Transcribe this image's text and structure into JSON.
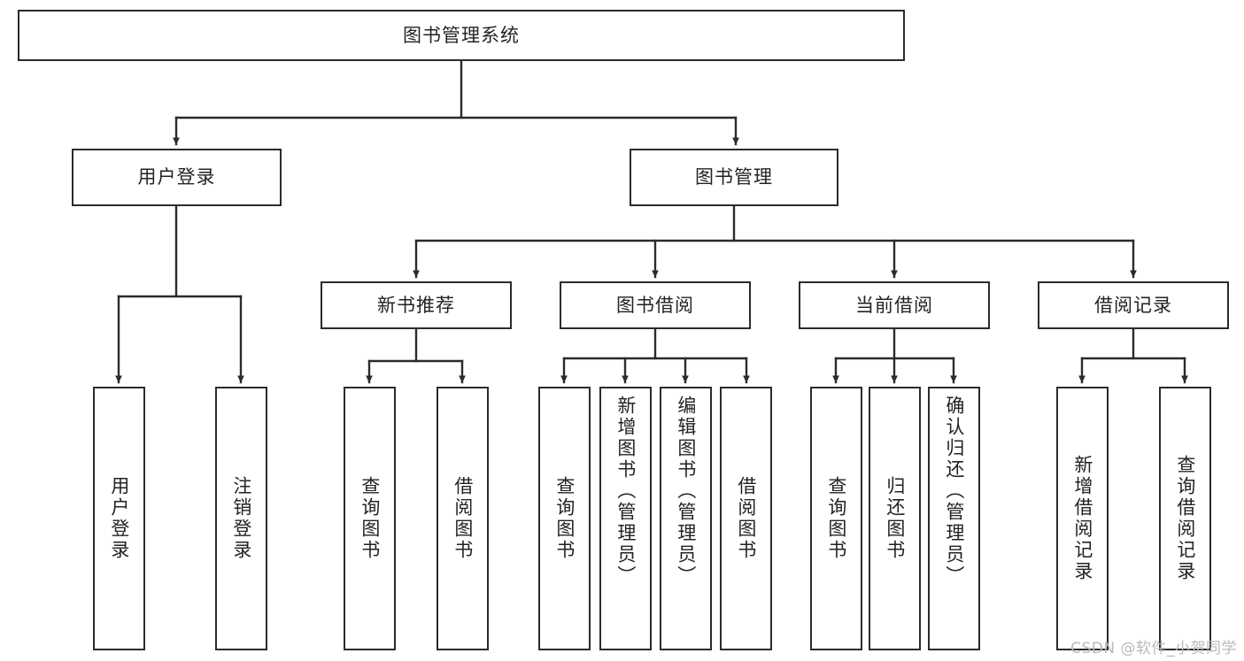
{
  "diagram": {
    "type": "tree-hierarchy-chart",
    "title_node": {
      "id": "root",
      "label": "图书管理系统"
    },
    "level2": [
      {
        "id": "user-login",
        "label": "用户登录"
      },
      {
        "id": "book-manage",
        "label": "图书管理"
      }
    ],
    "level3": [
      {
        "id": "new-book-rec",
        "label": "新书推荐"
      },
      {
        "id": "book-borrow",
        "label": "图书借阅"
      },
      {
        "id": "current-borrow",
        "label": "当前借阅"
      },
      {
        "id": "borrow-record",
        "label": "借阅记录"
      }
    ],
    "leaves": {
      "user_login": [
        {
          "id": "leaf-user-login",
          "label": "用户登录"
        },
        {
          "id": "leaf-logout-login",
          "label": "注销登录"
        }
      ],
      "new_book_rec": [
        {
          "id": "leaf-query-book-1",
          "label": "查询图书"
        },
        {
          "id": "leaf-borrow-book-1",
          "label": "借阅图书"
        }
      ],
      "book_borrow": [
        {
          "id": "leaf-query-book-2",
          "label": "查询图书"
        },
        {
          "id": "leaf-add-book",
          "label": "新增图书（管理员）"
        },
        {
          "id": "leaf-edit-book",
          "label": "编辑图书（管理员）"
        },
        {
          "id": "leaf-borrow-book-2",
          "label": "借阅图书"
        }
      ],
      "current_borrow": [
        {
          "id": "leaf-query-book-3",
          "label": "查询图书"
        },
        {
          "id": "leaf-return-book",
          "label": "归还图书"
        },
        {
          "id": "leaf-confirm-return",
          "label": "确认归还（管理员）"
        }
      ],
      "borrow_record": [
        {
          "id": "leaf-add-record",
          "label": "新增借阅记录"
        },
        {
          "id": "leaf-query-record",
          "label": "查询借阅记录"
        }
      ]
    }
  },
  "watermark": {
    "text": "CSDN @软件_小贺同学"
  },
  "colors": {
    "stroke": "#2b2b2b",
    "node_fill": "#ffffff",
    "text": "#232323",
    "watermark": "#b9b9b9",
    "background": "#ffffff"
  }
}
